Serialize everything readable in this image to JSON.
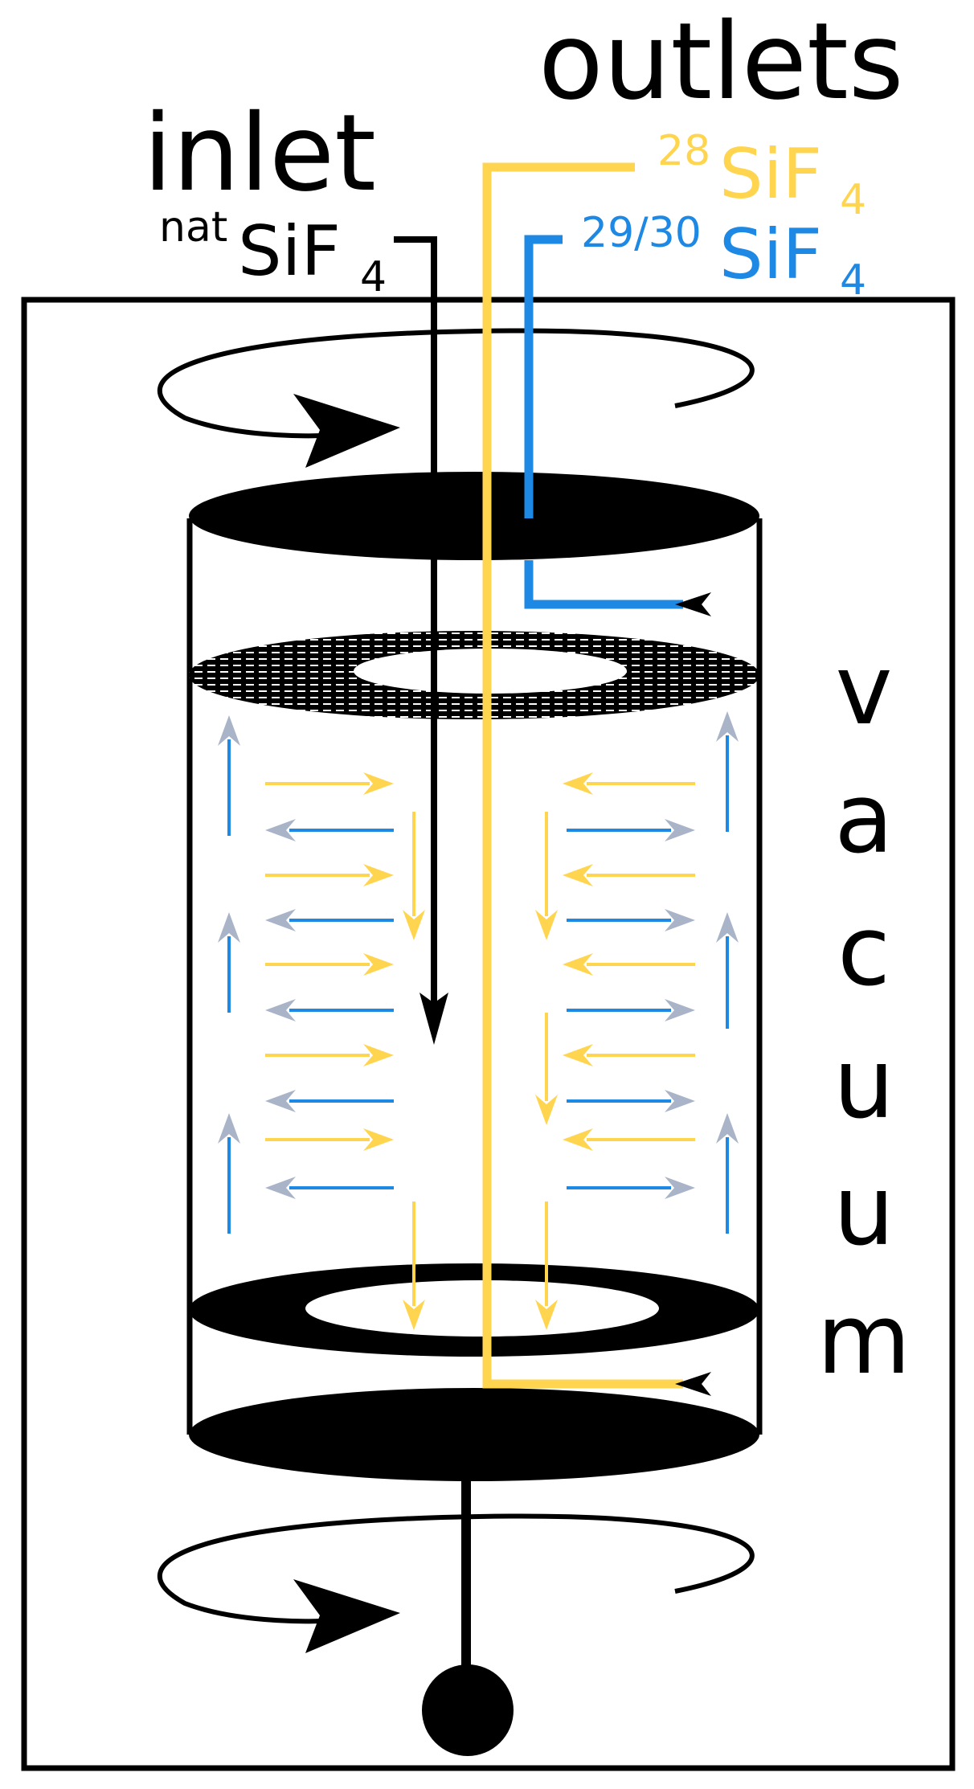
{
  "labels": {
    "outlets": "outlets",
    "inlet": "inlet",
    "inlet_gas": {
      "prefix": "nat",
      "base": "SiF",
      "sub": "4"
    },
    "outlet_light": {
      "prefix": "28",
      "base": "SiF",
      "sub": "4"
    },
    "outlet_heavy": {
      "prefix": "29/30",
      "base": "SiF",
      "sub": "4"
    },
    "vacuum_letters": [
      "v",
      "a",
      "c",
      "u",
      "u",
      "m"
    ]
  },
  "colors": {
    "light_fraction": "#FFD54F",
    "heavy_fraction": "#1E88E5",
    "heavy_arrowhead": "#A9B4C8",
    "ink": "#000000"
  },
  "icons": {
    "rotation": "rotation-arrow-icon",
    "motor": "motor-hub-icon"
  }
}
